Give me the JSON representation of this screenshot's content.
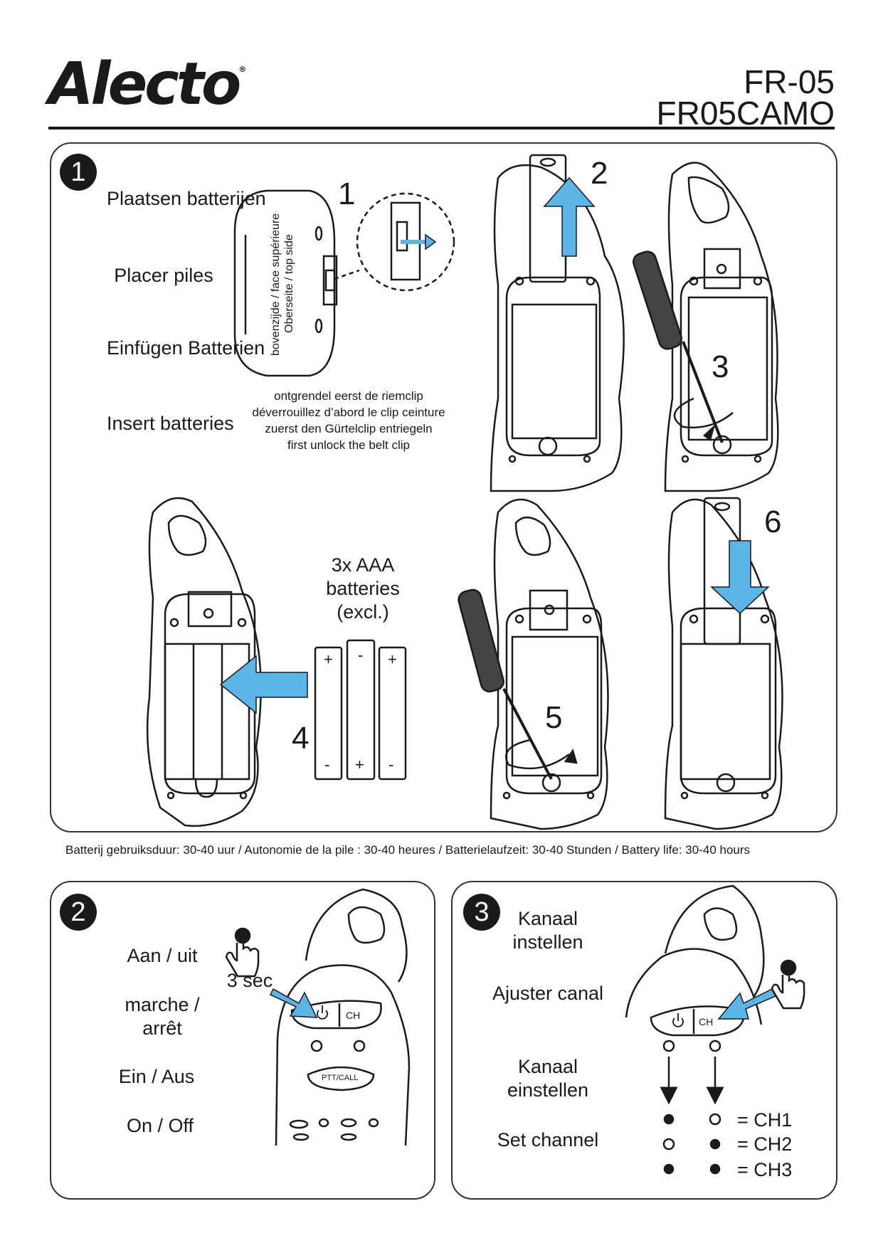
{
  "brand": {
    "logo_text": "Alecto",
    "registered": "®"
  },
  "header": {
    "model_1": "FR-05",
    "model_2": "FR05CAMO"
  },
  "section1": {
    "badge": "1",
    "labels": [
      "Plaatsen batterijen",
      "Placer piles",
      "Einfügen Batterien",
      "Insert batteries"
    ],
    "top_side_label_1": "bovenzijde / face supérieure",
    "top_side_label_2": "Oberseite / top side",
    "unlock_note": [
      "ontgrendel eerst de riemclip",
      "déverrouillez d’abord le clip ceinture",
      "zuerst den Gürtelclip entriegeln",
      "first unlock the belt clip"
    ],
    "steps": [
      "1",
      "2",
      "3",
      "4",
      "5",
      "6"
    ],
    "batteries_label": [
      "3x AAA",
      "batteries",
      "(excl.)"
    ],
    "plus": "+",
    "minus": "-",
    "battery_life": "Batterij gebruiksduur: 30-40 uur / Autonomie de la pile : 30-40 heures / Batterielaufzeit: 30-40 Stunden / Battery life: 30-40 hours"
  },
  "section2": {
    "badge": "2",
    "labels": [
      "Aan / uit",
      "marche / arrêt",
      "Ein / Aus",
      "On / Off"
    ],
    "hold_time": "3 sec",
    "btn_ch": "CH",
    "btn_ptt": "PTT/CALL"
  },
  "section3": {
    "badge": "3",
    "labels": [
      "Kanaal instellen",
      "Ajuster canal",
      "Kanaal einstellen",
      "Set channel"
    ],
    "btn_ch": "CH",
    "channels": [
      "= CH1",
      "= CH2",
      "= CH3"
    ]
  },
  "colors": {
    "accent_arrow": "#5bb5e6",
    "ink": "#1a1a1a",
    "panel_border": "#333333"
  }
}
